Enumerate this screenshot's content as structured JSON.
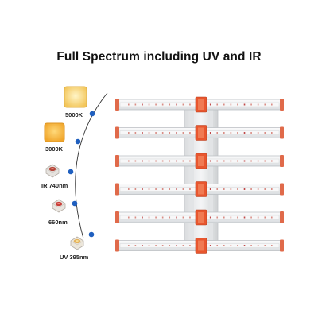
{
  "title": "Full Spectrum including UV and IR",
  "spectrum": [
    {
      "label": "5000K",
      "chip": "warm-white-led-icon"
    },
    {
      "label": "3000K",
      "chip": "amber-led-icon"
    },
    {
      "label": "IR 740nm",
      "chip": "ir-led-icon"
    },
    {
      "label": "660nm",
      "chip": "red-led-icon"
    },
    {
      "label": "UV 395nm",
      "chip": "uv-led-icon"
    }
  ],
  "colors": {
    "dot": "#1f5fbf",
    "bar_cap": "#e06a4a",
    "bar_body": "#f2f3f5",
    "driver": "#e8562e"
  },
  "light_bars": 6
}
